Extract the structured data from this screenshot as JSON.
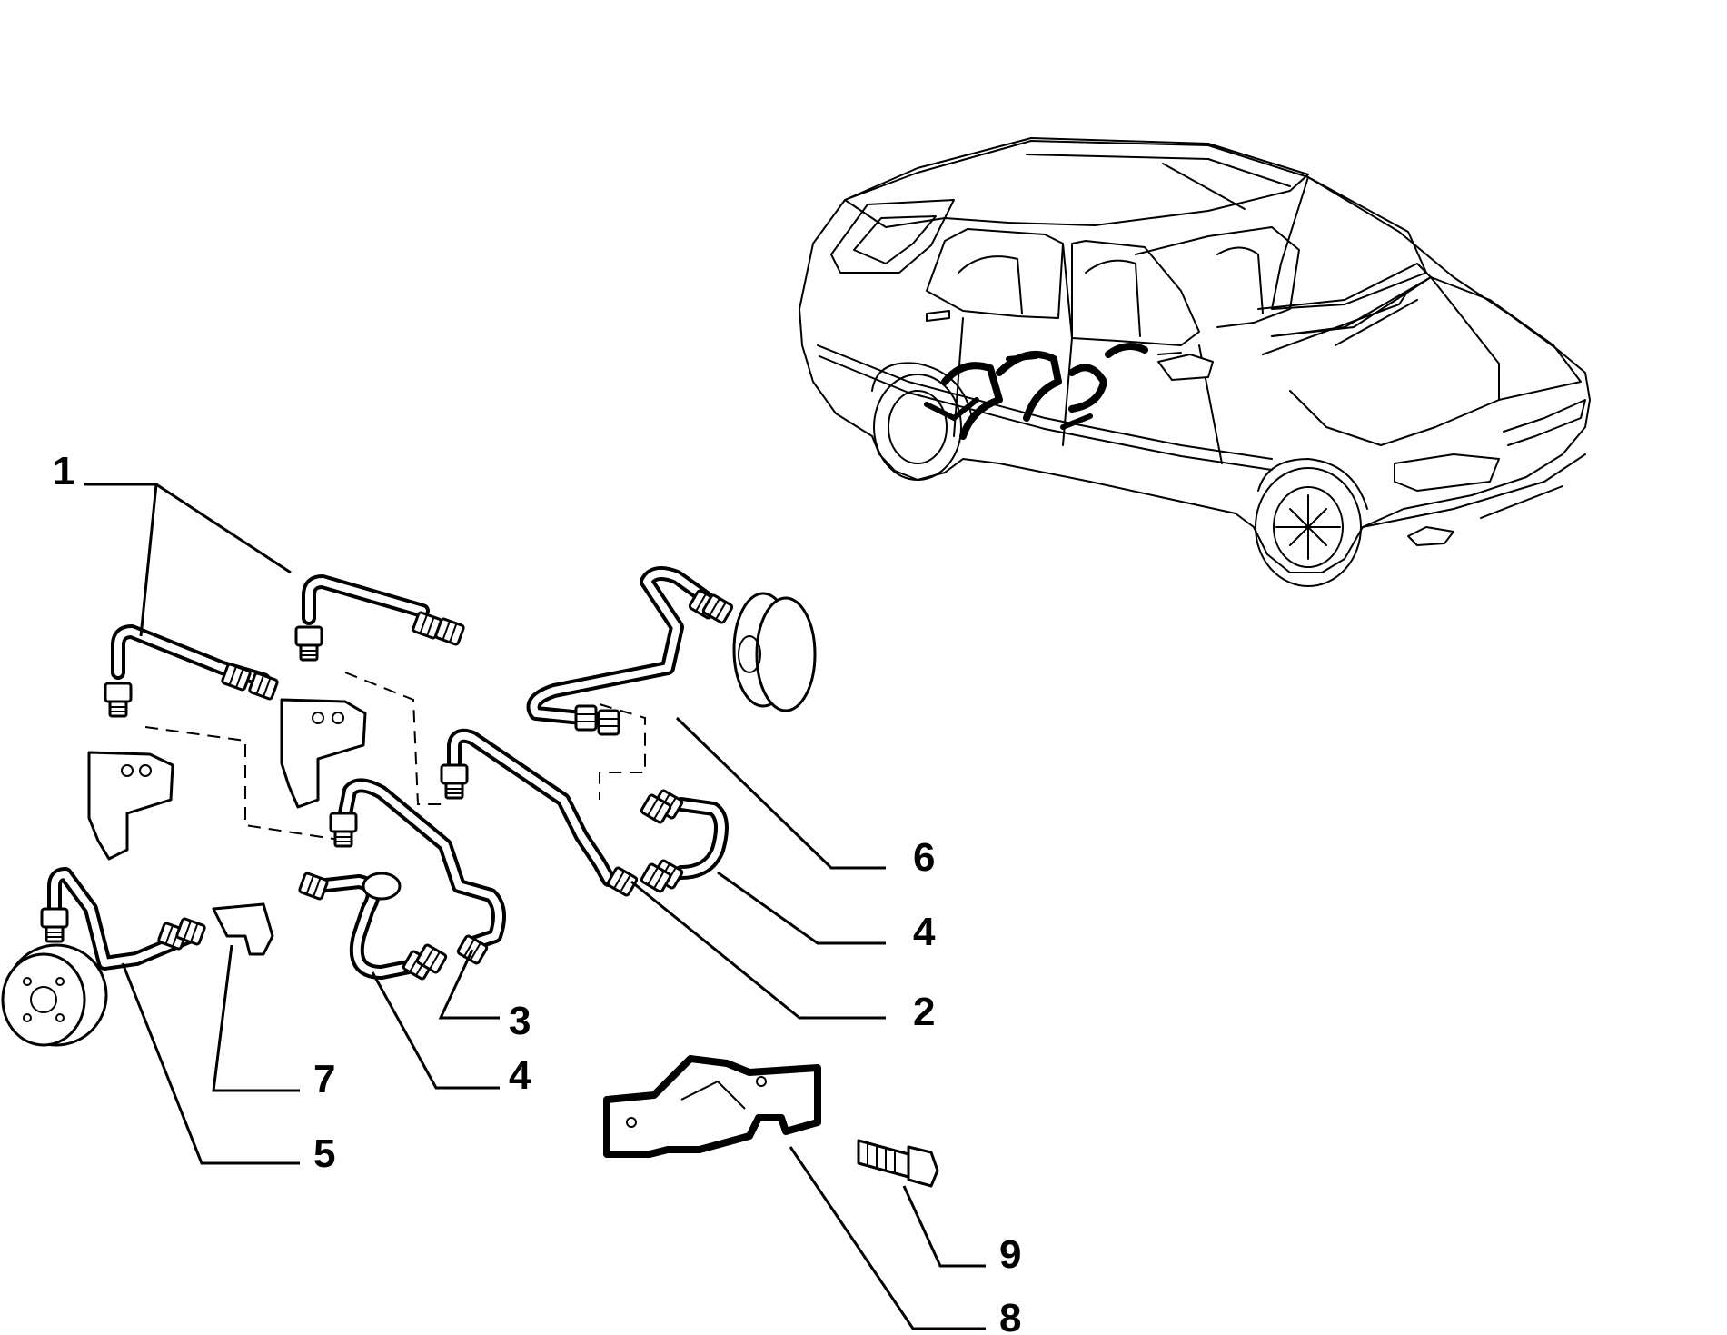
{
  "callouts": [
    {
      "id": "1",
      "text": "1"
    },
    {
      "id": "2",
      "text": "2"
    },
    {
      "id": "3",
      "text": "3"
    },
    {
      "id": "4a",
      "text": "4"
    },
    {
      "id": "4b",
      "text": "4"
    },
    {
      "id": "5",
      "text": "5"
    },
    {
      "id": "6",
      "text": "6"
    },
    {
      "id": "7",
      "text": "7"
    },
    {
      "id": "8",
      "text": "8"
    },
    {
      "id": "9",
      "text": "9"
    }
  ]
}
